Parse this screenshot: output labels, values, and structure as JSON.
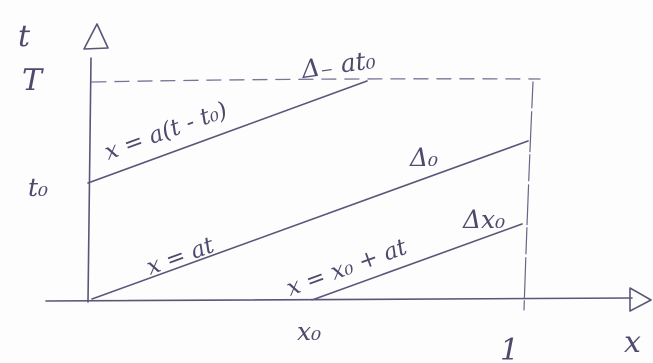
{
  "axes": {
    "vertical_label": "t",
    "vertical_max_label": "T",
    "horizontal_label": "x",
    "t0_label": "t₀",
    "x0_label": "x₀",
    "right_end_label": "1"
  },
  "lines": [
    {
      "equation": "x = a(t - t₀)",
      "region_label": "Δ₋ at₀"
    },
    {
      "equation": "x = at",
      "region_label": "Δ₀"
    },
    {
      "equation": "x = x₀ + at",
      "region_label": "Δx₀"
    }
  ],
  "colors": {
    "ink": "#5b5578",
    "paper": "#fdfdfd"
  }
}
